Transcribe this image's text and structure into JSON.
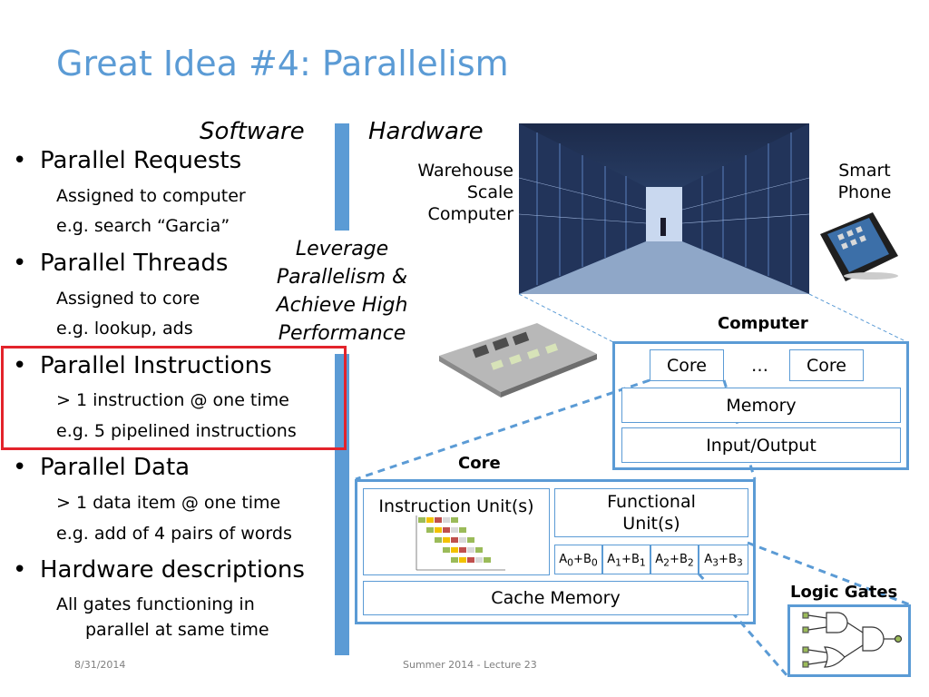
{
  "slide": {
    "title": "Great Idea #4: Parallelism",
    "software_heading": "Software",
    "hardware_heading": "Hardware",
    "bullet_glyph": "•",
    "bullets": [
      {
        "label": "Parallel Requests",
        "subs": [
          "Assigned to computer",
          "e.g. search “Garcia”"
        ]
      },
      {
        "label": "Parallel Threads",
        "subs": [
          "Assigned to core",
          "e.g. lookup, ads"
        ]
      },
      {
        "label": "Parallel Instructions",
        "subs": [
          "> 1 instruction @ one time",
          "e.g. 5 pipelined instructions"
        ]
      },
      {
        "label": "Parallel Data",
        "subs": [
          "> 1 data item @ one time",
          "e.g. add of 4 pairs of words"
        ]
      },
      {
        "label": "Hardware descriptions",
        "subs": [
          "All gates functioning in",
          "parallel at same time"
        ]
      }
    ],
    "leverage_lines": [
      "Leverage",
      "Parallelism &",
      "Achieve High",
      "Performance"
    ],
    "warehouse_lines": [
      "Warehouse",
      "Scale",
      "Computer"
    ],
    "smartphone_lines": [
      "Smart",
      "Phone"
    ],
    "computer": {
      "label": "Computer",
      "core_left": "Core",
      "ellipsis": "…",
      "core_right": "Core",
      "memory": "Memory",
      "io": "Input/Output"
    },
    "core": {
      "label": "Core",
      "instruction_unit": "Instruction Unit(s)",
      "functional_unit_lines": [
        "Functional",
        "Unit(s)"
      ],
      "adds": [
        {
          "a": "A",
          "ai": "0",
          "plus": "+B",
          "bi": "0"
        },
        {
          "a": "A",
          "ai": "1",
          "plus": "+B",
          "bi": "1"
        },
        {
          "a": "A",
          "ai": "2",
          "plus": "+B",
          "bi": "2"
        },
        {
          "a": "A",
          "ai": "3",
          "plus": "+B",
          "bi": "3"
        }
      ],
      "cache": "Cache Memory"
    },
    "logic_gates_label": "Logic Gates",
    "footer_date": "8/31/2014",
    "footer_center": "Summer 2014 - Lecture 23",
    "colors": {
      "accent": "#5b9bd5",
      "highlight": "#e3232b",
      "title": "#5b9bd5"
    }
  }
}
